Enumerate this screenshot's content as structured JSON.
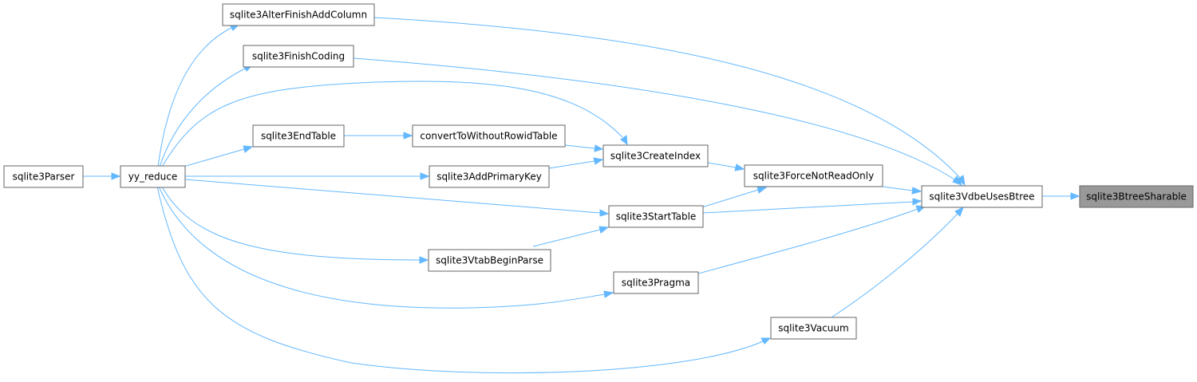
{
  "graph": {
    "accent_color": "#63b8ff",
    "node_border_color": "#666666",
    "highlight_fill": "#999999",
    "nodes": {
      "btree_sharable": "sqlite3BtreeSharable",
      "vdbe_uses_btree": "sqlite3VdbeUsesBtree",
      "alter_finish_add_column": "sqlite3AlterFinishAddColumn",
      "finish_coding": "sqlite3FinishCoding",
      "force_not_read_only": "sqlite3ForceNotReadOnly",
      "start_table": "sqlite3StartTable",
      "pragma": "sqlite3Pragma",
      "vacuum": "sqlite3Vacuum",
      "create_index": "sqlite3CreateIndex",
      "convert_to_without_rowid_table": "convertToWithoutRowidTable",
      "add_primary_key": "sqlite3AddPrimaryKey",
      "end_table": "sqlite3EndTable",
      "vtab_begin_parse": "sqlite3VtabBeginParse",
      "yy_reduce": "yy_reduce",
      "parser": "sqlite3Parser"
    }
  }
}
